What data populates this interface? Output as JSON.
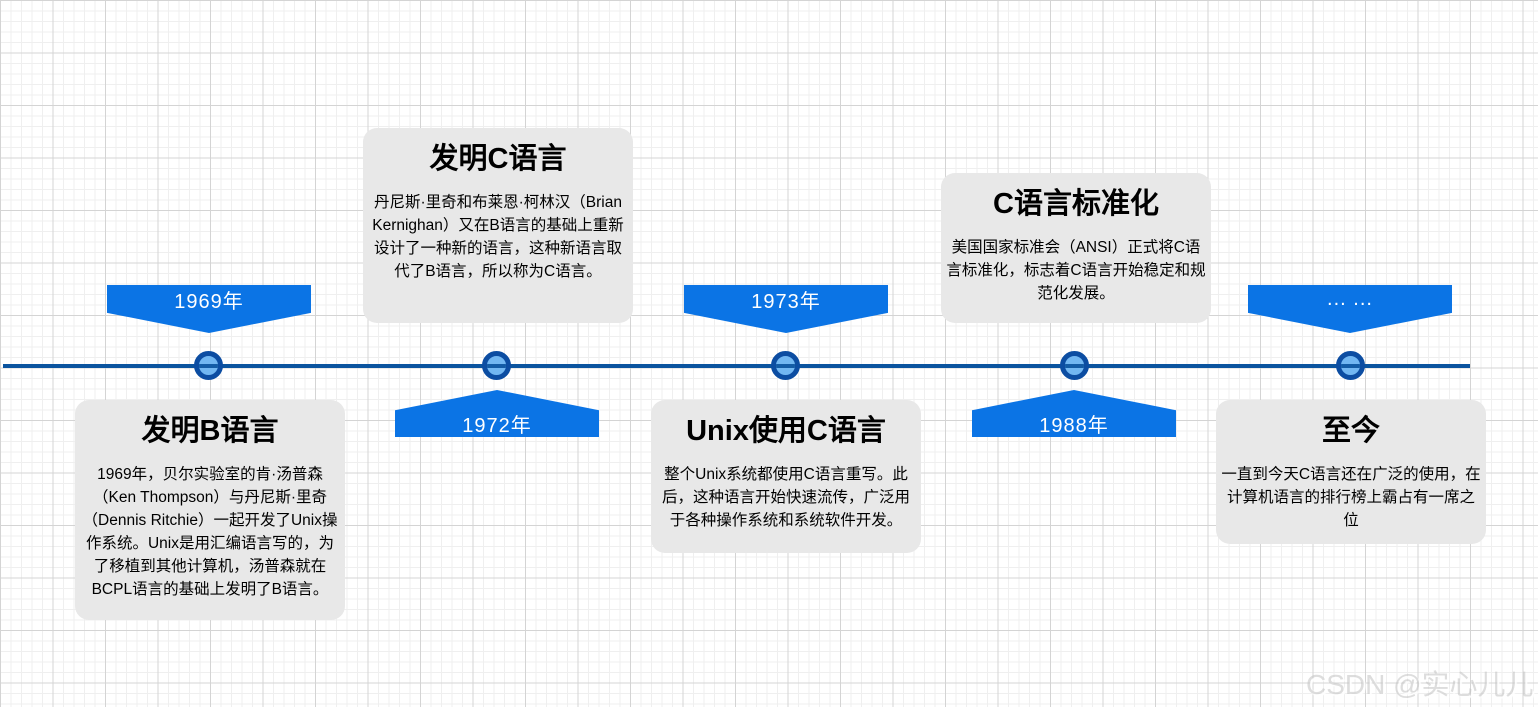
{
  "page": {
    "watermark": "CSDN @实心儿儿"
  },
  "colors": {
    "accent-blue": "#0B74E5",
    "line-blue": "#0B549F",
    "node-ring": "#0C4DA2",
    "node-fill": "#72B7F2",
    "card-bg": "#E8E8E8",
    "grid-minor": "#EFEFEF",
    "grid-major": "#D4D4D4"
  },
  "timeline": {
    "events": [
      {
        "year": "1969年",
        "flag_side": "above",
        "title": "发明B语言",
        "body": "1969年，贝尔实验室的肯·汤普森（Ken Thompson）与丹尼斯·里奇（Dennis Ritchie）一起开发了Unix操作系统。Unix是用汇编语言写的，为了移植到其他计算机，汤普森就在BCPL语言的基础上发明了B语言。"
      },
      {
        "year": "1972年",
        "flag_side": "below",
        "title": "发明C语言",
        "body": "丹尼斯·里奇和布莱恩·柯林汉（Brian Kernighan）又在B语言的基础上重新设计了一种新的语言，这种新语言取代了B语言，所以称为C语言。"
      },
      {
        "year": "1973年",
        "flag_side": "above",
        "title": "Unix使用C语言",
        "body": "整个Unix系统都使用C语言重写。此后，这种语言开始快速流传，广泛用于各种操作系统和系统软件开发。"
      },
      {
        "year": "1988年",
        "flag_side": "below",
        "title": "C语言标准化",
        "body": "美国国家标准会（ANSI）正式将C语言标准化，标志着C语言开始稳定和规范化发展。"
      },
      {
        "year": "... ...",
        "flag_side": "above",
        "title": "至今",
        "body": "一直到今天C语言还在广泛的使用，在计算机语言的排行榜上霸占有一席之位"
      }
    ]
  }
}
